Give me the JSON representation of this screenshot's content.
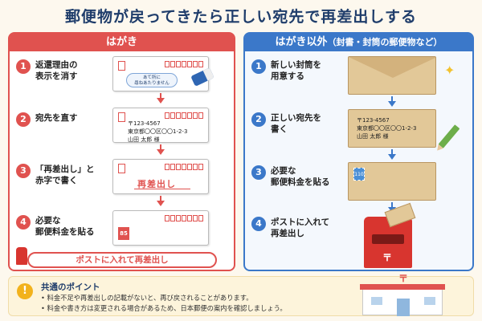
{
  "title": "郵便物が戻ってきたら正しい宛先で再差出しする",
  "left": {
    "header": "はがき",
    "steps": [
      {
        "num": "1",
        "text": "返還理由の\n表示を消す"
      },
      {
        "num": "2",
        "text": "宛先を直す"
      },
      {
        "num": "3",
        "text": "「再差出し」と\n赤字で書く"
      },
      {
        "num": "4",
        "text": "必要な\n郵便料金を貼る"
      }
    ],
    "bubble_text": "あて所に\n尋ねあたりません",
    "address": "〒123-4567\n東京都〇〇区〇〇1-2-3\n山田 太郎 様",
    "red_text": "再差出し",
    "stamp_value": "85",
    "post_label": "ポストに入れて再差出し",
    "post_mark": "〒"
  },
  "right": {
    "header": "はがき以外",
    "header_sub": "（封書・封筒の郵便物など）",
    "steps": [
      {
        "num": "1",
        "text": "新しい封筒を\n用意する"
      },
      {
        "num": "2",
        "text": "正しい宛先を\n書く"
      },
      {
        "num": "3",
        "text": "必要な\n郵便料金を貼る"
      },
      {
        "num": "4",
        "text": "ポストに入れて\n再差出し"
      }
    ],
    "address": "〒123-4567\n東京都〇〇区〇〇1-2-3\n山田 太郎 様",
    "stamp_value": "110",
    "mailbox_mark": "〒",
    "sparkle": "✦"
  },
  "tips": {
    "icon": "!",
    "title": "共通のポイント",
    "lines": [
      "• 料金不足や再差出しの記載がないと、再び戻されることがあります。",
      "• 料金や書き方は変更される場合があるため、日本郵便の案内を確認しましょう。"
    ],
    "building_mark": "〒"
  },
  "colors": {
    "red": "#e0524f",
    "blue": "#3b78c9",
    "navy": "#1f3d6b",
    "yellow": "#f2b21c"
  }
}
